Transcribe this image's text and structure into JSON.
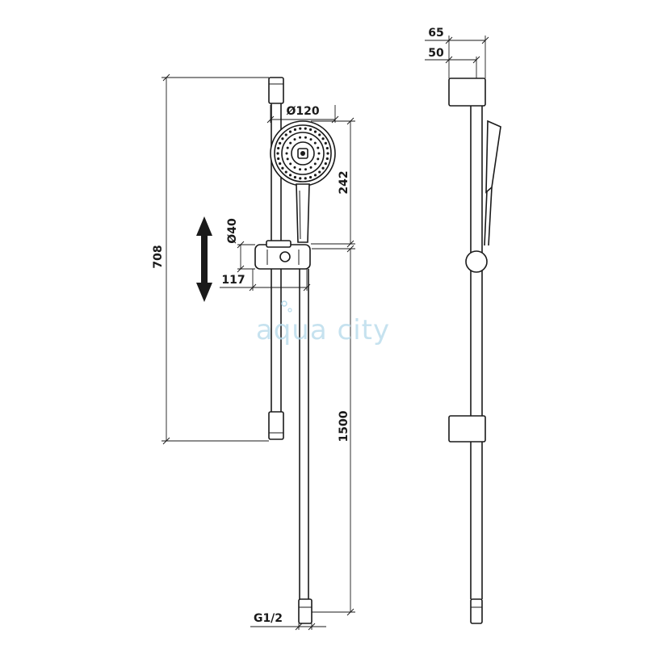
{
  "drawing": {
    "dimensions": {
      "head_diameter": "Ø120",
      "head_height": "242",
      "rail_spacing": "708",
      "holder_diameter": "Ø40",
      "holder_offset": "117",
      "hose_length": "1500",
      "connection": "G1/2",
      "side_depth_total": "65",
      "side_depth_rail": "50"
    },
    "watermark": "aqua city",
    "colors": {
      "line": "#1a1a1a",
      "watermark": "#b9dcec"
    }
  }
}
